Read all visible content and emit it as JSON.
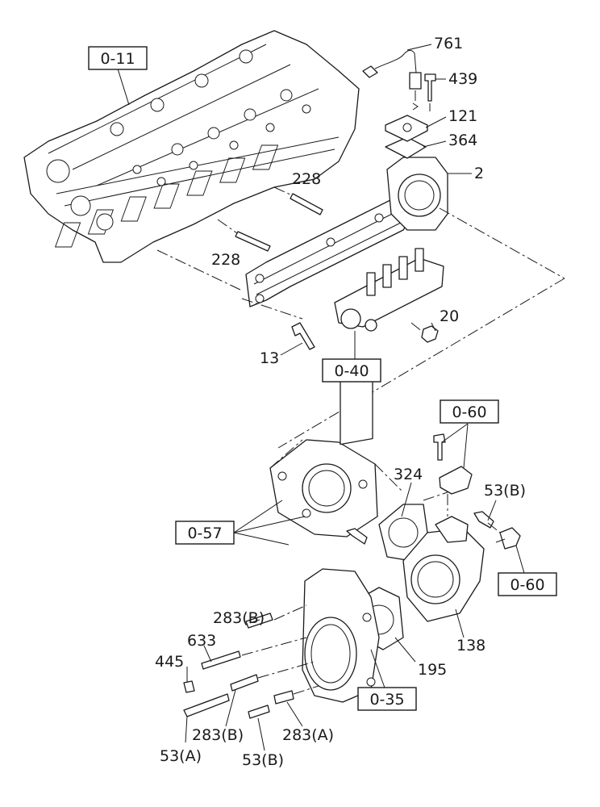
{
  "colors": {
    "ink": "#1a1a1a",
    "paper": "#ffffff"
  },
  "refs": {
    "r011": "0-11",
    "r040": "0-40",
    "r060a": "0-60",
    "r057": "0-57",
    "r060b": "0-60",
    "r035": "0-35"
  },
  "parts": {
    "p761": "761",
    "p439": "439",
    "p121": "121",
    "p364": "364",
    "p2": "2",
    "p228a": "228",
    "p228b": "228",
    "p20": "20",
    "p13": "13",
    "p324": "324",
    "p53b_top": "53(B)",
    "p138": "138",
    "p195": "195",
    "p283b_top": "283(B)",
    "p633": "633",
    "p445": "445",
    "p283b_bot": "283(B)",
    "p283a": "283(A)",
    "p53a": "53(A)",
    "p53b_bot": "53(B)"
  }
}
